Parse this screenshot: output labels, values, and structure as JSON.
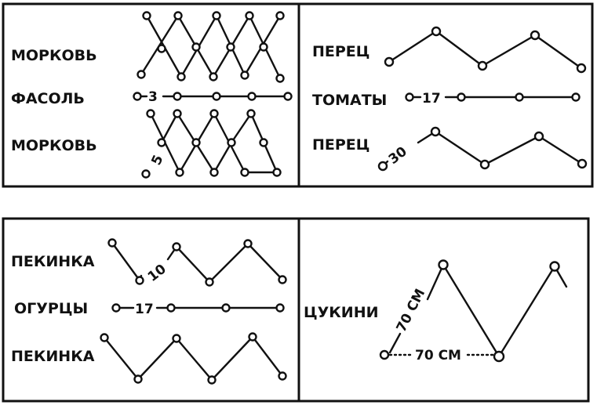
{
  "panels": {
    "top_left": {
      "rows": [
        "МОРКОВЬ",
        "ФАСОЛЬ",
        "МОРКОВЬ"
      ],
      "spacing_row_label": "3",
      "spacing_diag_label": "5"
    },
    "top_right": {
      "rows": [
        "ПЕРЕЦ",
        "ТОМАТЫ",
        "ПЕРЕЦ"
      ],
      "spacing_row_label": "17",
      "spacing_diag_label": "30"
    },
    "bottom_left": {
      "rows": [
        "ПЕКИНКА",
        "ОГУРЦЫ",
        "ПЕКИНКА"
      ],
      "spacing_row_label": "17",
      "spacing_diag_label": "10"
    },
    "bottom_right": {
      "rows": [
        "ЦУКИНИ"
      ],
      "spacing_row_label": "70 СМ",
      "spacing_diag_label": "70 СМ"
    }
  }
}
